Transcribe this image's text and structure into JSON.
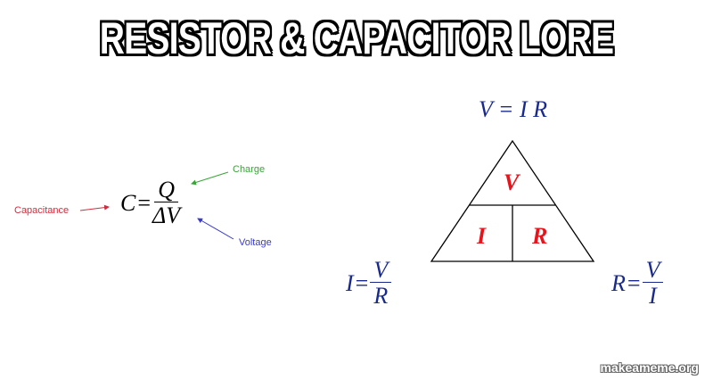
{
  "title": "RESISTOR & CAPACITOR LORE",
  "capacitance_formula": {
    "lhs": "C",
    "equals": "=",
    "numerator": "Q",
    "denominator": "ΔV",
    "labels": {
      "capacitance": "Capacitance",
      "charge": "Charge",
      "voltage": "Voltage"
    },
    "colors": {
      "capacitance": "#d62b3c",
      "charge": "#3aa53a",
      "voltage": "#3a3ac8",
      "formula": "#000000"
    }
  },
  "ohms_law": {
    "main_formula": "V = I R",
    "triangle": {
      "top": "V",
      "bottom_left": "I",
      "bottom_right": "R"
    },
    "current_formula": {
      "lhs": "I",
      "equals": "=",
      "numerator": "V",
      "denominator": "R"
    },
    "resistance_formula": {
      "lhs": "R",
      "equals": "=",
      "numerator": "V",
      "denominator": "I"
    },
    "colors": {
      "formula": "#1a2a8c",
      "triangle_letters": "#e8141c"
    }
  },
  "watermark": "makeameme.org"
}
